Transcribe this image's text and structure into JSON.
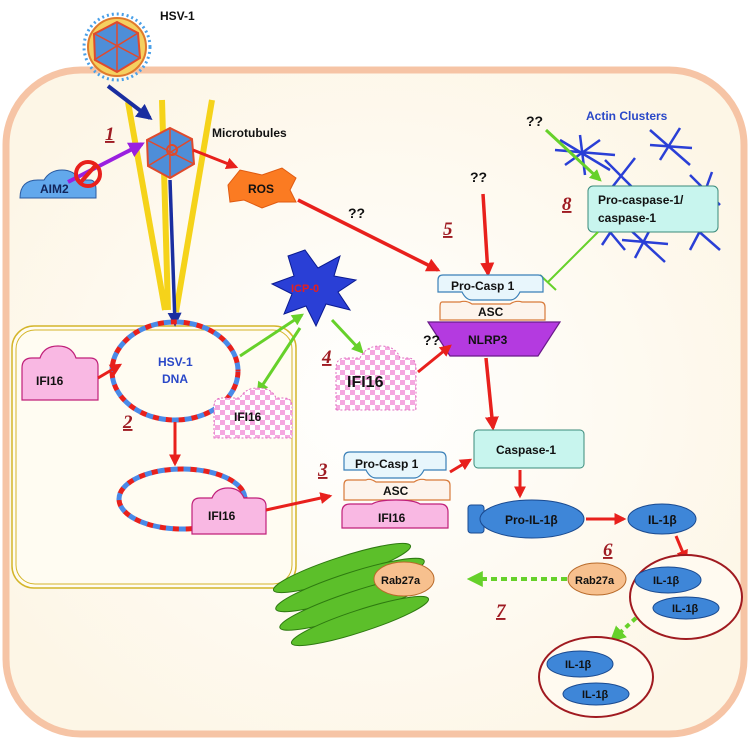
{
  "labels": {
    "virus": "HSV-1",
    "microtubules": "Microtubules",
    "aim2": "AIM2",
    "ros": "ROS",
    "actin": "Actin Clusters",
    "pro_caspase": "Pro-caspase-1/",
    "pro_caspase2": "caspase-1",
    "q1": "??",
    "q2": "??",
    "q3": "??",
    "q4": "??",
    "icp0": "ICP-0",
    "pro_casp1_top": "Pro-Casp 1",
    "asc_top": "ASC",
    "nlrp3": "NLRP3",
    "hsv_dna1": "HSV-1",
    "hsv_dna2": "DNA",
    "ifi16_nuc": "IFI16",
    "ifi16_mid": "IFI16",
    "ifi16_big": "IFI16",
    "ifi16_circ": "IFI16",
    "pro_casp1_bot": "Pro-Casp 1",
    "asc_bot": "ASC",
    "ifi16_bot": "IFI16",
    "caspase1": "Caspase-1",
    "pro_il1b": "Pro-IL-1β",
    "il1b": "IL-1β",
    "rab27a_l": "Rab27a",
    "rab27a_r": "Rab27a",
    "ves1_a": "IL-1β",
    "ves1_b": "IL-1β",
    "ves2_a": "IL-1β",
    "ves2_b": "IL-1β"
  },
  "steps": [
    "1",
    "2",
    "3",
    "4",
    "5",
    "6",
    "7",
    "8"
  ],
  "colors": {
    "cell_fill": "#fffaf0",
    "cell_border": "#f6c4a5",
    "nucleus_border": "#d4b52a",
    "red_arrow": "#e8201c",
    "green_arrow": "#66d12a",
    "blue_arrow": "#1a2ea0",
    "purple_arrow": "#9a20e0",
    "ifi16": "#f9b8e3",
    "nlrp3": "#b43ae0",
    "caspase": "#c8f5ee",
    "il1b": "#4a9ee8",
    "rab27a": "#f7c08e",
    "actin": "#2a3fd6",
    "microtubule": "#f5d31a"
  }
}
